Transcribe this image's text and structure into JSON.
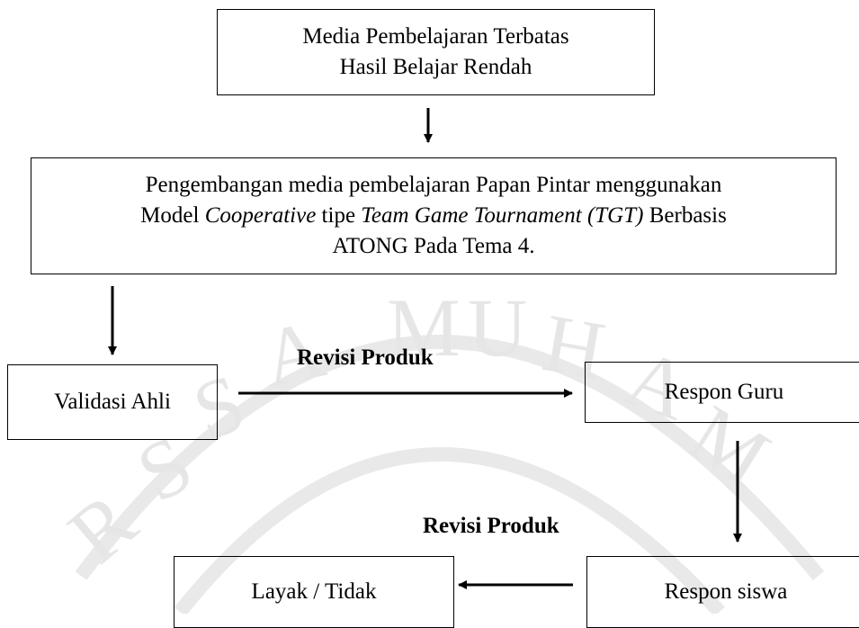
{
  "diagram": {
    "boxes": {
      "problem": {
        "line1": "Media Pembelajaran Terbatas",
        "line2": "Hasil Belajar Rendah"
      },
      "development": {
        "line1": "Pengembangan media pembelajaran Papan Pintar menggunakan",
        "line2_a": "Model ",
        "line2_b": "Cooperative",
        "line2_c": " tipe ",
        "line2_d": "Team Game Tournament (TGT)",
        "line2_e": " Berbasis",
        "line3": "ATONG Pada Tema 4."
      },
      "expert": "Validasi Ahli",
      "teacher": "Respon Guru",
      "student": "Respon siswa",
      "result": "Layak / Tidak"
    },
    "edge_labels": {
      "revision1": "Revisi Produk",
      "revision2": "Revisi Produk"
    }
  }
}
